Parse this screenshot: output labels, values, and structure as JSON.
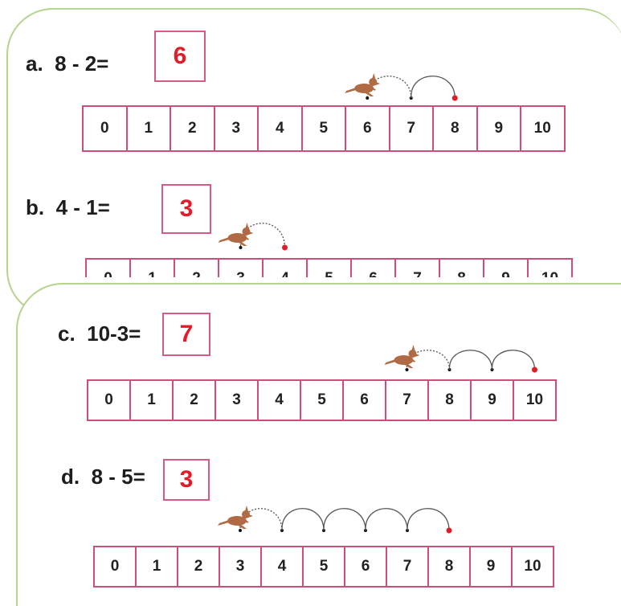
{
  "problems": [
    {
      "letter": "a.",
      "expression": "8 - 2=",
      "answer": "6",
      "start": 8,
      "end": 6
    },
    {
      "letter": "b.",
      "expression": "4 - 1=",
      "answer": "3",
      "start": 4,
      "end": 3
    },
    {
      "letter": "c.",
      "expression": "10-3=",
      "answer": "7",
      "start": 10,
      "end": 7
    },
    {
      "letter": "d.",
      "expression": "8 - 5=",
      "answer": "3",
      "start": 8,
      "end": 3
    }
  ],
  "number_line": [
    "0",
    "1",
    "2",
    "3",
    "4",
    "5",
    "6",
    "7",
    "8",
    "9",
    "10"
  ],
  "colors": {
    "cell_border": "#cf4d79",
    "answer_text": "#e01c28",
    "start_dot": "#e01c28",
    "panel_border": "#b7d48f",
    "kangaroo": "#b06a44"
  },
  "icons": {
    "jumper": "kangaroo-icon"
  }
}
